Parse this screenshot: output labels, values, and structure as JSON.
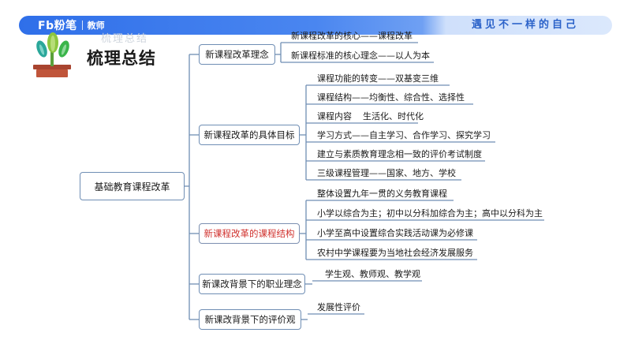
{
  "header": {
    "brand_logo": "Fb粉笔",
    "brand_sub": "教师",
    "slogan": "遇见不一样的自己",
    "ghost_title": "梳理总结"
  },
  "page_title": "梳理总结",
  "mindmap": {
    "root": "基础教育课程改革",
    "branches": [
      {
        "label": "新课程改革理念",
        "highlight": false,
        "leaves": [
          "新课程改革的核心——课程改革",
          "新课程标准的核心理念——以人为本"
        ]
      },
      {
        "label": "新课程改革的具体目标",
        "highlight": false,
        "leaves": [
          "课程功能的转变——双基变三维",
          "课程结构——均衡性、综合性、选择性",
          "课程内容    生活化、时代化",
          "学习方式——自主学习、合作学习、探究学习",
          "建立与素质教育理念相一致的评价考试制度",
          "三级课程管理——国家、地方、学校"
        ]
      },
      {
        "label": "新课程改革的课程结构",
        "highlight": true,
        "leaves": [
          "整体设置九年一贯的义务教育课程",
          "小学以综合为主；初中以分科加综合为主；高中以分科为主",
          "小学至高中设置综合实践活动课为必修课",
          "农村中学课程要为当地社会经济发展服务"
        ]
      },
      {
        "label": "新课改背景下的职业理念",
        "highlight": false,
        "leaves": [
          "学生观、教师观、教学观"
        ]
      },
      {
        "label": "新课改背景下的评价观",
        "highlight": false,
        "leaves": [
          "发展性评价"
        ]
      }
    ]
  },
  "colors": {
    "line": "#6f8eb4",
    "highlight_text": "#d0312d",
    "header_blue": "#2f6fe9",
    "slogan": "#2b62c9"
  }
}
